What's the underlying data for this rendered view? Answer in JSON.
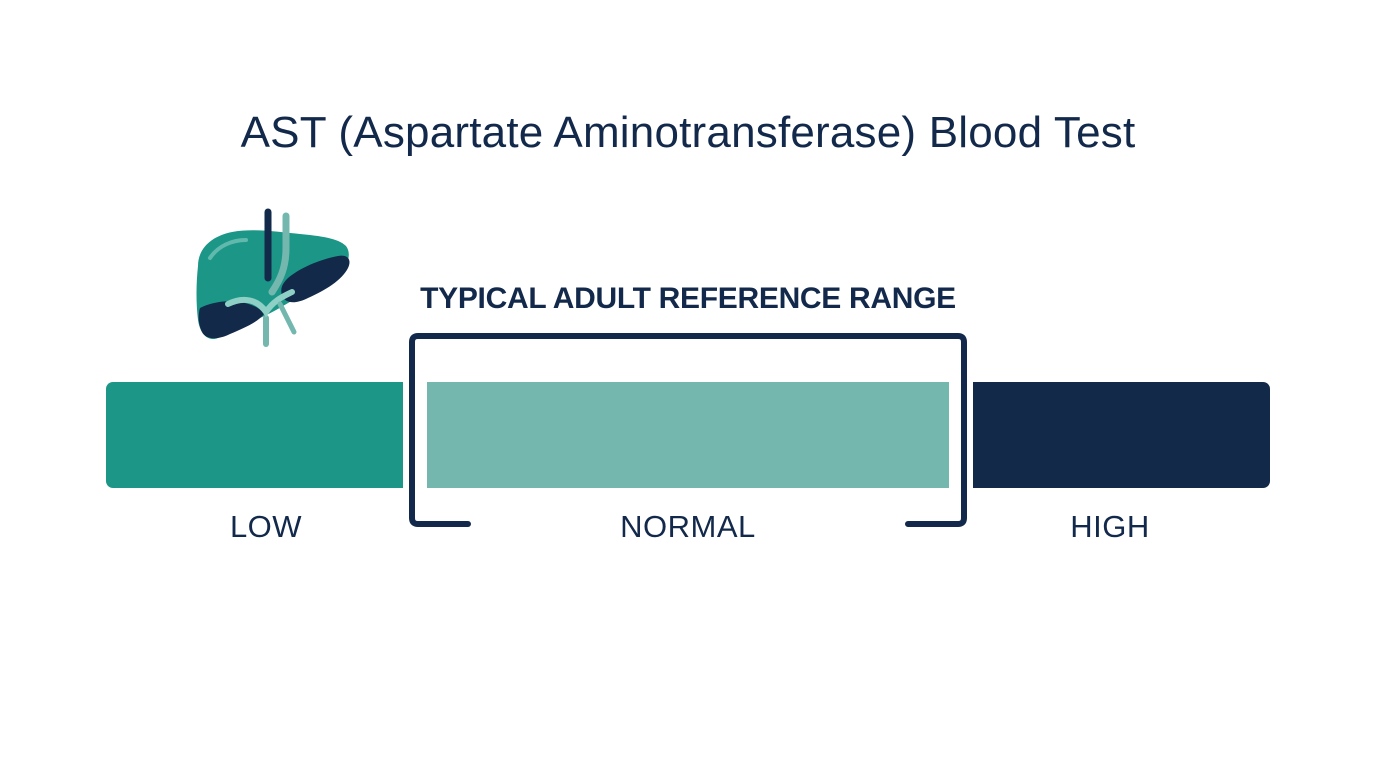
{
  "title": "AST (Aspartate Aminotransferase) Blood Test",
  "reference_heading": "TYPICAL ADULT REFERENCE RANGE",
  "segments": [
    {
      "label": "LOW",
      "color": "#1c9787"
    },
    {
      "label": "NORMAL",
      "color": "#74b7af"
    },
    {
      "label": "HIGH",
      "color": "#12294a"
    }
  ],
  "bracket_color": "#13294b",
  "icons": {
    "organ": "liver-icon"
  }
}
